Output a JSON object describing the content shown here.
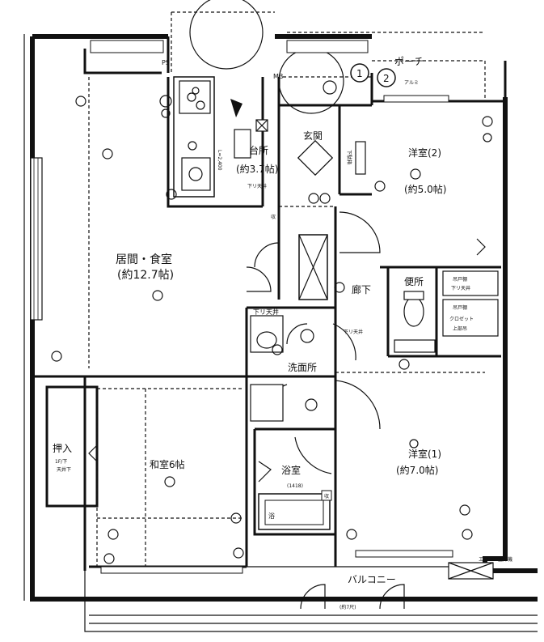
{
  "rooms": {
    "living": {
      "name": "居間・食室",
      "size": "(約12.7帖)"
    },
    "kitchen": {
      "name": "台所",
      "size": "(約3.7帖)"
    },
    "entrance": {
      "name": "玄関"
    },
    "western2": {
      "name": "洋室(2)",
      "size": "(約5.0帖)"
    },
    "toilet": {
      "name": "便所"
    },
    "hallway": {
      "name": "廊下"
    },
    "washroom": {
      "name": "洗面所"
    },
    "bath": {
      "name": "浴室"
    },
    "japanese": {
      "name": "和室6帖"
    },
    "western1": {
      "name": "洋室(1)",
      "size": "(約7.0帖)"
    },
    "closet": {
      "name": "押入"
    },
    "balcony": {
      "name": "バルコニー"
    },
    "porch": {
      "name": "ポーチ"
    }
  },
  "markers": {
    "one": "1",
    "two": "2"
  },
  "fixtures": {
    "ps": "PS",
    "mb": "MB",
    "counter": "L=2,400",
    "fridge_space": "下リ天井",
    "closet_note_a": "1F/下",
    "closet_note_b": "天井下",
    "storage": "収",
    "toilet_shelf1": "吊戸棚",
    "toilet_shelf2": "下リ天井",
    "toilet_shelf3": "吊戸棚",
    "toilet_shelf4": "クロゼット",
    "toilet_shelf5": "上部吊",
    "wash_shelf": "下リ天井",
    "hall_shelf": "下リ天井",
    "shoe": "下駄箱",
    "bath_label": "(1418)",
    "balcony_label": "(約7尺)",
    "bath_tub": "浴",
    "outdoor": "エアコン室外機",
    "window_label": "アルミ",
    "bath_flag": "収"
  }
}
